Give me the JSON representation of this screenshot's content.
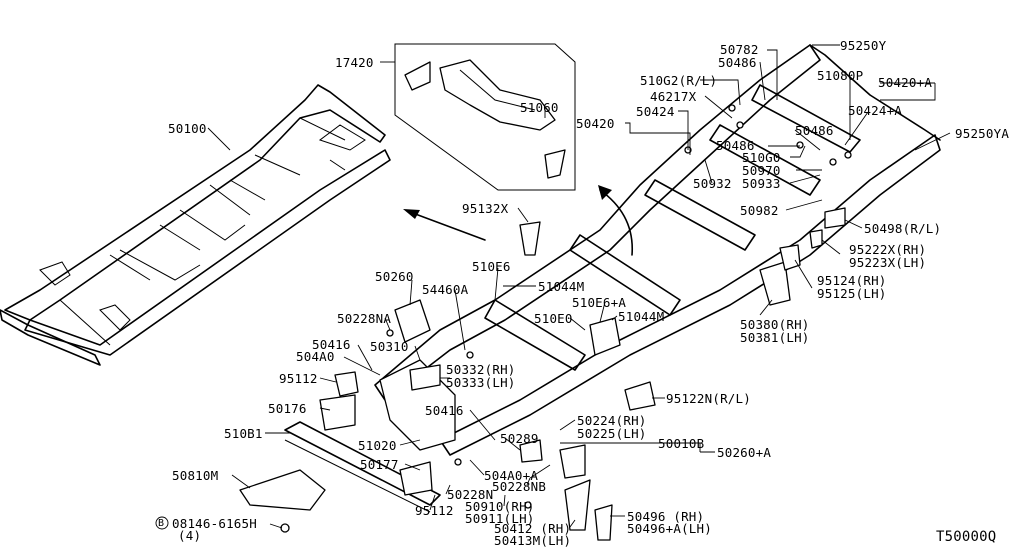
{
  "callouts": {
    "c17420": "17420",
    "c51060": "51060",
    "c50100": "50100",
    "c50782": "50782",
    "c95250Y": "95250Y",
    "c50486a": "50486",
    "c510G2": "510G2(R/L)",
    "c51080P": "51080P",
    "c50420A": "50420+A",
    "c46217X": "46217X",
    "c50420": "50420",
    "c50424": "50424",
    "c50424A": "50424+A",
    "c50486b": "50486",
    "c95250YA": "95250YA",
    "c50486c": "50486",
    "c510G0": "510G0",
    "c50970": "50970",
    "c50932": "50932",
    "c50933": "50933",
    "c50982": "50982",
    "c95132X": "95132X",
    "c50498": "50498(R/L)",
    "c95222X": "95222X(RH)",
    "c95223X": "95223X(LH)",
    "c510E6": "510E6",
    "c51044Ma": "51044M",
    "c50260": "50260",
    "c54460A": "54460A",
    "c510E6A": "510E6+A",
    "c95124": "95124(RH)",
    "c95125": "95125(LH)",
    "c50228NA": "50228NA",
    "c510E0": "510E0",
    "c51044Mb": "51044M",
    "c50380": "50380(RH)",
    "c50381": "50381(LH)",
    "c50416a": "50416",
    "c50310": "50310",
    "c504A0": "504A0",
    "c50332": "50332(RH)",
    "c50333": "50333(LH)",
    "c95112a": "95112",
    "c95122N": "95122N(R/L)",
    "c50176": "50176",
    "c50416b": "50416",
    "c50224": "50224(RH)",
    "c50225": "50225(LH)",
    "c510B1": "510B1",
    "c51020": "51020",
    "c50289": "50289",
    "c50010B": "50010B",
    "c50260A": "50260+A",
    "c50177": "50177",
    "c504A0A": "504A0+A",
    "c50810M": "50810M",
    "c50228NB": "50228NB",
    "c50228N": "50228N",
    "c50910": "50910(RH)",
    "c50911": "50911(LH)",
    "c95112b": "95112",
    "c50496": "50496  (RH)",
    "c50496A": "50496+A(LH)",
    "c50412": "50412 (RH)",
    "c50413M": "50413M(LH)",
    "c08146": "08146-6165H",
    "c08146qty": "(4)",
    "bolt_symbol": "B"
  },
  "diagram_code": "T50000Q"
}
